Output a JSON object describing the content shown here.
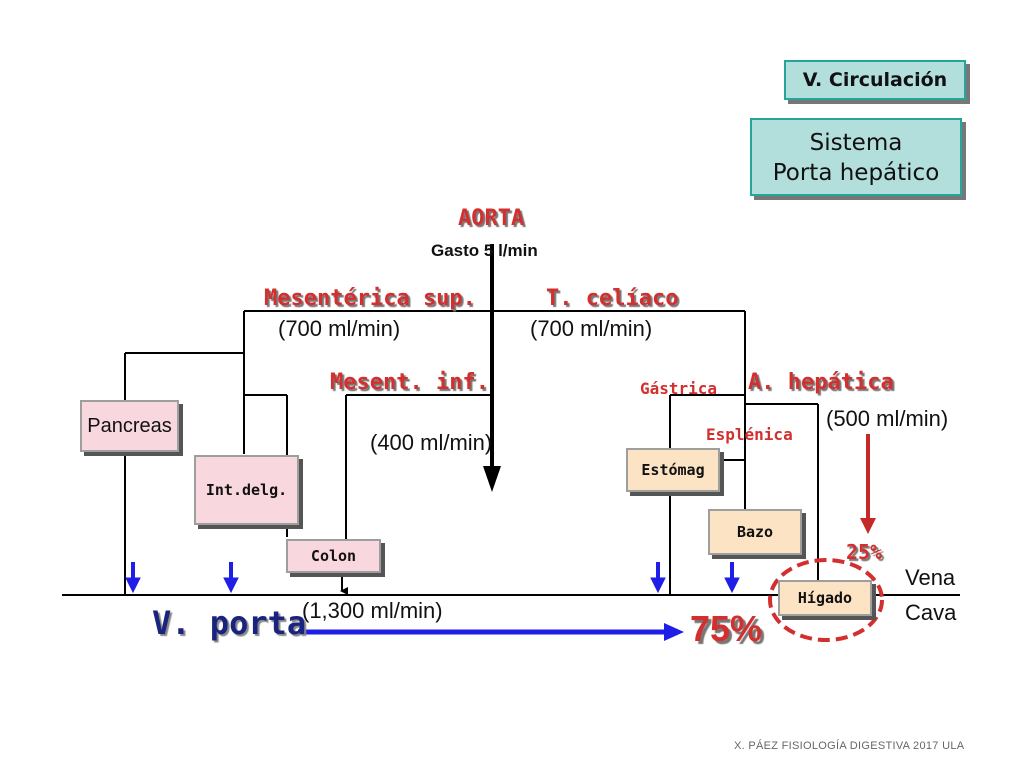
{
  "header": {
    "section": "V. Circulación",
    "title_line1": "Sistema",
    "title_line2": "Porta hepático"
  },
  "aorta": {
    "label": "AORTA",
    "flow": "Gasto 5 l/min"
  },
  "arteries": {
    "mesenterica_sup": "Mesentérica sup.",
    "mesenterica_sup_flow": "(700 ml/min)",
    "celiaco": "T. celíaco",
    "celiaco_flow": "(700 ml/min)",
    "mesent_inf": "Mesent. inf.",
    "mesent_inf_flow": "(400 ml/min)",
    "gastrica": "Gástrica",
    "hepatica": "A. hepática",
    "hepatica_flow": "(500 ml/min)",
    "esplenica": "Esplénica"
  },
  "organs": {
    "pancreas": "Pancreas",
    "intestino": "Int.delg.",
    "colon": "Colon",
    "estomago": "Estómag",
    "bazo": "Bazo",
    "higado": "Hígado"
  },
  "portal": {
    "label": "V. porta",
    "flow": "(1,300 ml/min)",
    "percent": "75%"
  },
  "hepatic_percent": "25%",
  "vena_cava": {
    "line1": "Vena",
    "line2": "Cava"
  },
  "footer": "X. PÁEZ   FISIOLOGÍA DIGESTIVA 2017 ULA",
  "colors": {
    "accent_red": "#d32f2f",
    "portal_blue": "#1e1ee6",
    "box_teal": "#b2dfdb"
  }
}
